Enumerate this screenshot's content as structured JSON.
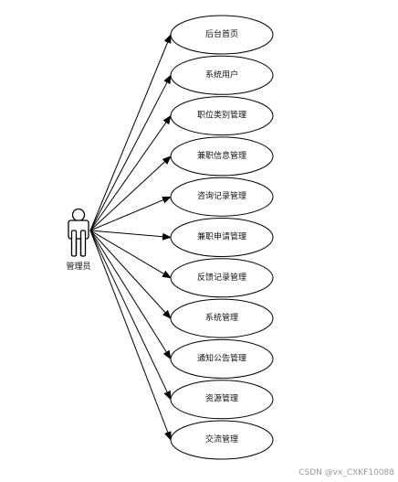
{
  "actor": {
    "label": "管理员"
  },
  "use_cases": [
    {
      "label": "后台首页"
    },
    {
      "label": "系统用户"
    },
    {
      "label": "职位类别管理"
    },
    {
      "label": "兼职信息管理"
    },
    {
      "label": "咨询记录管理"
    },
    {
      "label": "兼职申请管理"
    },
    {
      "label": "反馈记录管理"
    },
    {
      "label": "系统管理"
    },
    {
      "label": "通知公告管理"
    },
    {
      "label": "资源管理"
    },
    {
      "label": "交流管理"
    }
  ],
  "watermark": "CSDN @vx_CXKF10088",
  "colors": {
    "stroke": "#000000",
    "fill": "#ffffff",
    "watermark": "#9a9a9a"
  }
}
